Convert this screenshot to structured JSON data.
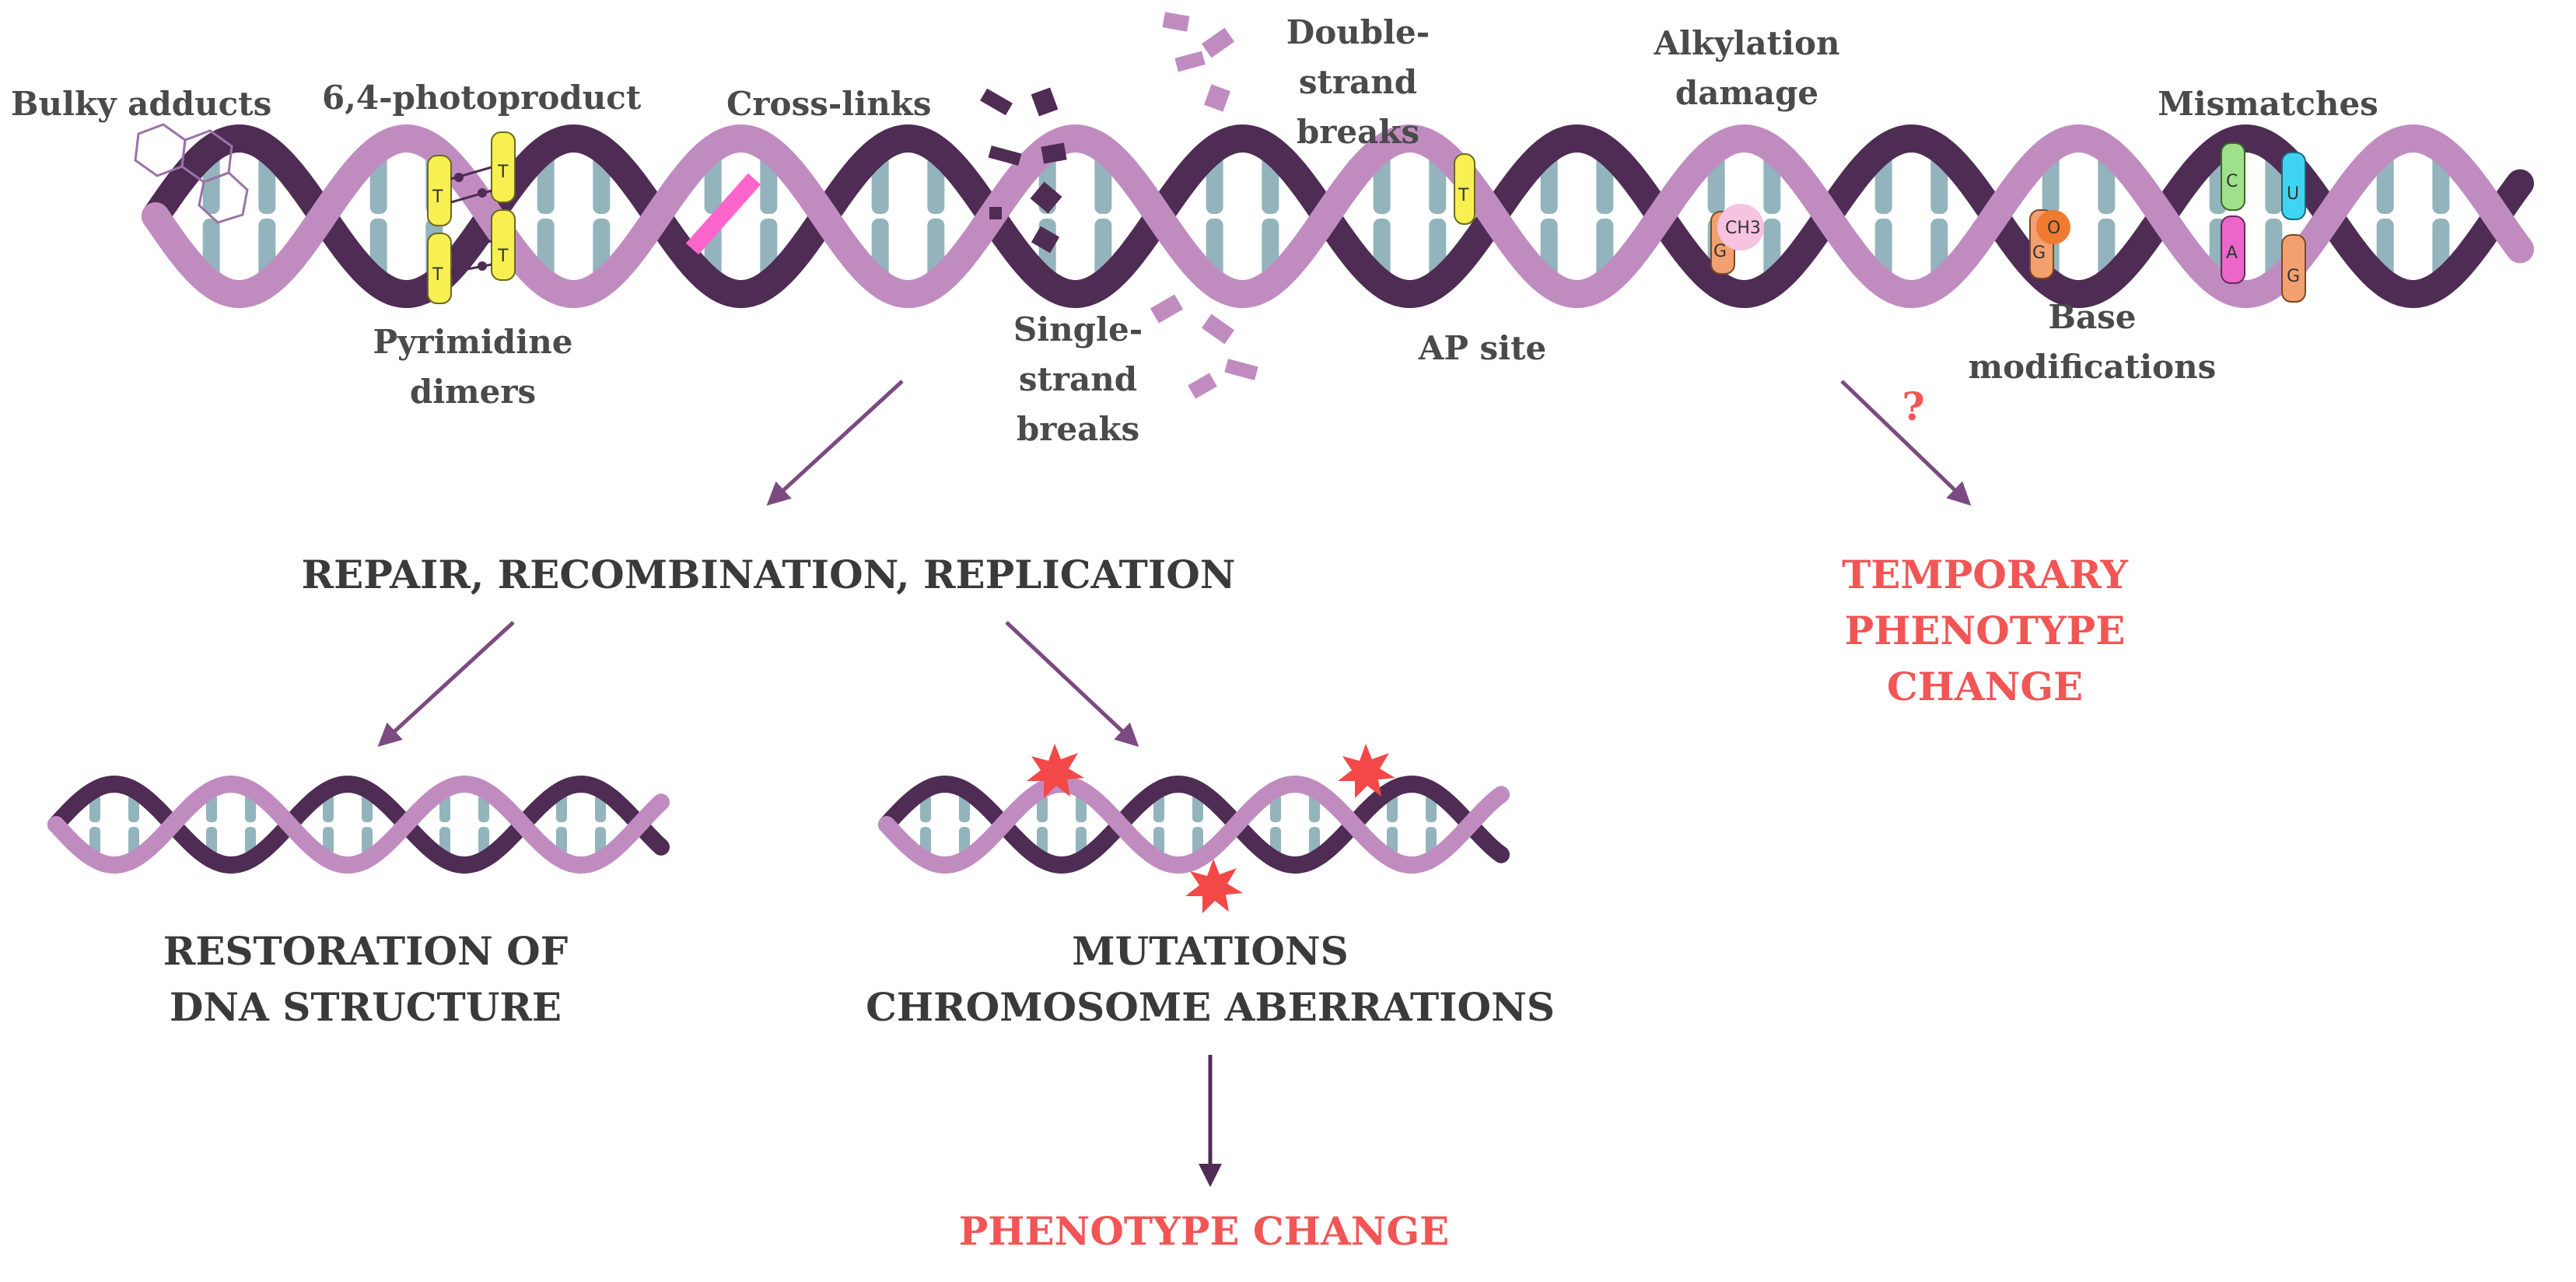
{
  "colors": {
    "strand_light": "#c08cc0",
    "strand_dark": "#4e2c54",
    "rung": "#93b4bc",
    "arrow": "#7b4a80",
    "arrow_dark": "#4e2c54",
    "label": "#4a4a4a",
    "red": "#f25555",
    "thymine": "#f7f050",
    "crosslink": "#ff66cc",
    "base_orange": "#f2a070",
    "base_green": "#9fe08a",
    "base_pink": "#ea66c8",
    "base_cyan": "#3fd4f2"
  },
  "damage_labels": {
    "bulky_adducts": "Bulky adducts",
    "photoproduct": "6,4-photoproduct",
    "pyrimidine_dimers": [
      "Pyrimidine",
      "dimers"
    ],
    "cross_links": "Cross-links",
    "single_strand_breaks": [
      "Single-",
      "strand",
      "breaks"
    ],
    "double_strand_breaks": [
      "Double-",
      "strand",
      "breaks"
    ],
    "ap_site": "AP site",
    "alkylation_damage": [
      "Alkylation",
      "damage"
    ],
    "base_modifications": [
      "Base",
      "modifications"
    ],
    "mismatches": "Mismatches"
  },
  "base_letters": {
    "t": "T",
    "ch3": "CH3",
    "g": "G",
    "o": "O",
    "c": "C",
    "a": "A",
    "u": "U"
  },
  "outcomes": {
    "process": "REPAIR, RECOMBINATION, REPLICATION",
    "question_mark": "?",
    "temporary": [
      "TEMPORARY",
      "PHENOTYPE",
      "CHANGE"
    ],
    "restoration": [
      "RESTORATION OF",
      "DNA STRUCTURE"
    ],
    "mutations": [
      "MUTATIONS",
      "CHROMOSOME ABERRATIONS"
    ],
    "phenotype_change": "PHENOTYPE CHANGE"
  }
}
